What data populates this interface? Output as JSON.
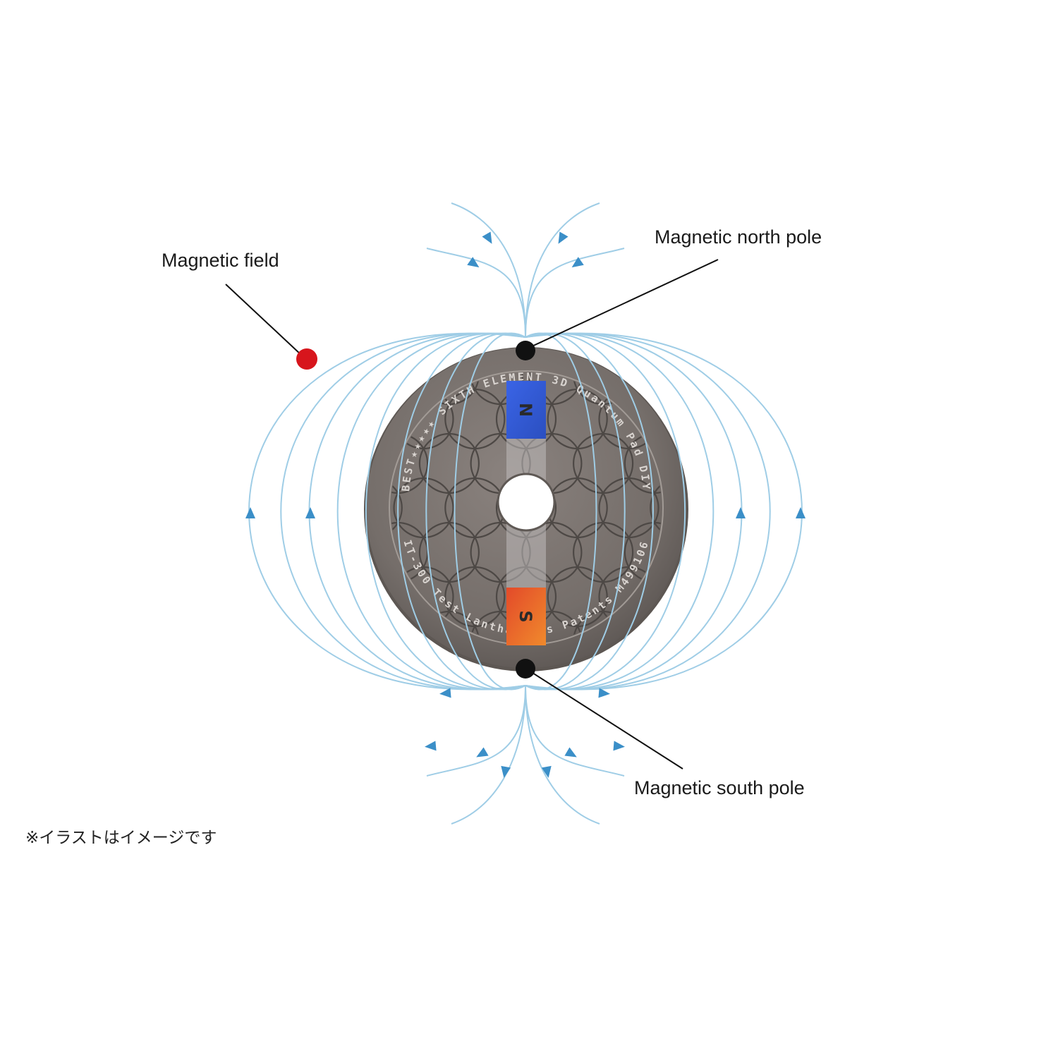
{
  "labels": {
    "north_pole": "Magnetic north pole",
    "south_pole": "Magnetic south pole",
    "field": "Magnetic field"
  },
  "caption": "※イラストはイメージです",
  "coin": {
    "top_text": "BEST★★★★★ SIXTH ELEMENT 3D Quantum Pad DIY",
    "bottom_text": "IT-300 Test Lanthanides Patents M499106",
    "magnet_north_letter": "N",
    "magnet_south_letter": "S"
  },
  "colors": {
    "field_line": "#9fcde6",
    "arrow": "#3b8fc8",
    "coin": "#77706c",
    "magnet_north": "#2f5fd8",
    "magnet_south": "#e2562a",
    "marker_field": "#d7151c",
    "marker_pole": "#111111"
  }
}
